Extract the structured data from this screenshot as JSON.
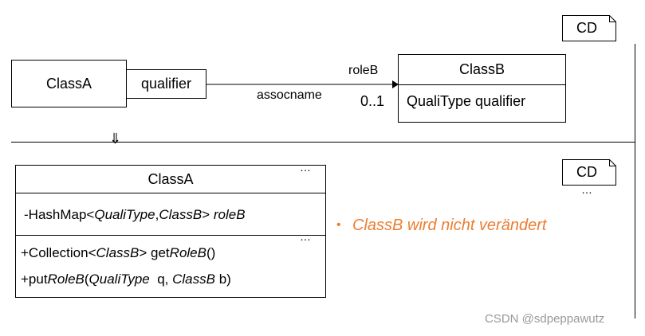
{
  "top_diagram": {
    "class_a": "ClassA",
    "qualifier_box": "qualifier",
    "role_b": "roleB",
    "assoc_name": "assocname",
    "multiplicity": "0..1",
    "class_b": "ClassB",
    "class_b_attribute": "QualiType qualifier"
  },
  "cd_tag_top": "CD",
  "down_arrow": "⇓",
  "bottom_diagram": {
    "class_name": "ClassA",
    "name_ellipsis": "…",
    "attribute": {
      "prefix": "-HashMap<",
      "type1": "QualiType",
      "comma": ",",
      "type2": "ClassB",
      "close": ">",
      "name": "roleB"
    },
    "methods_ellipsis": "…",
    "method1": {
      "prefix": "+Collection<",
      "type": "ClassB",
      "mid": "> get",
      "name": "RoleB",
      "suffix": "()"
    },
    "method2": {
      "prefix": "+put",
      "name": "RoleB",
      "open": "(",
      "type1": "QualiType",
      "p1": "  q, ",
      "type2": "ClassB",
      "p2": " b)"
    }
  },
  "cd_tag_bottom": "CD",
  "cd_ellipsis_bottom": "…",
  "bullet": "•",
  "note": "ClassB wird nicht verändert",
  "watermark": "CSDN @sdpeppawutz",
  "colors": {
    "note": "#ed7d31",
    "watermark": "#999999"
  }
}
